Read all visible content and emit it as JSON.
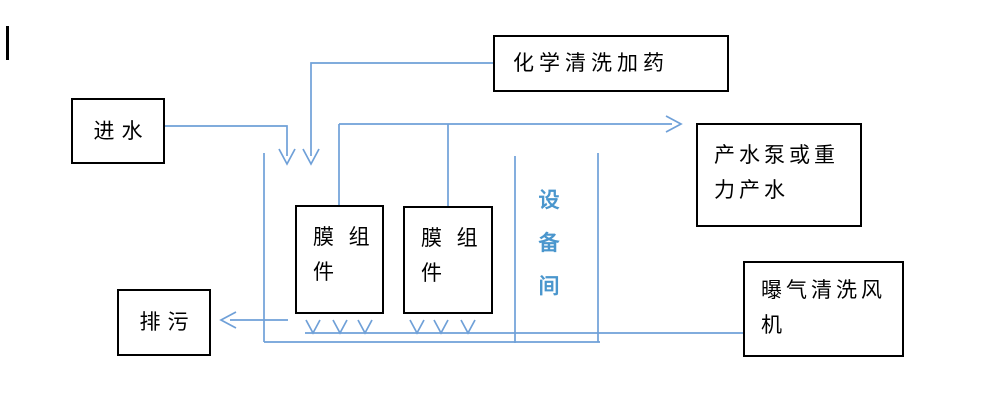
{
  "diagram": {
    "title": "MBR membrane process flow diagram",
    "boxes": {
      "inlet": {
        "lines": [
          "进水"
        ]
      },
      "chemical": {
        "lines": [
          "化学清洗加药"
        ]
      },
      "membrane1": {
        "lines": [
          "膜 组",
          "件"
        ]
      },
      "membrane2": {
        "lines": [
          "膜 组",
          "件"
        ]
      },
      "product": {
        "lines": [
          "产水泵或重",
          "力产水"
        ]
      },
      "drain": {
        "lines": [
          "排污"
        ]
      },
      "blower": {
        "lines": [
          "曝气清洗风",
          "机"
        ]
      }
    },
    "equipment_room": {
      "chars": [
        "设",
        "备",
        "间"
      ]
    },
    "colors": {
      "line": "#6fa0d8",
      "vertical_label": "#4a96cd",
      "box_border": "#000000",
      "box_fill": "#ffffff",
      "text": "#000000"
    }
  }
}
